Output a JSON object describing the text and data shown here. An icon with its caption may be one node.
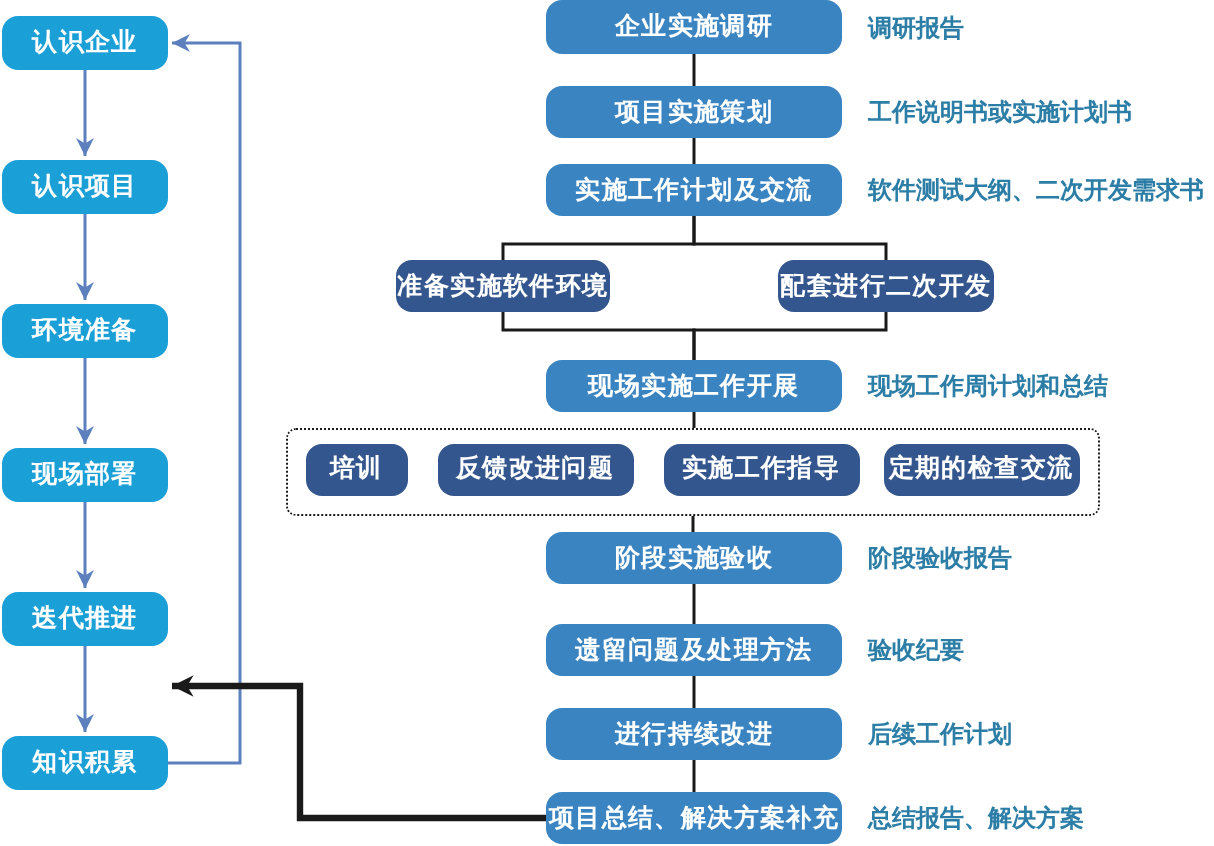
{
  "diagram": {
    "nodes": [
      {
        "text": [
          "认识企业"
        ]
      },
      {
        "text": [
          "认识项目"
        ]
      },
      {
        "text": [
          "环境准备"
        ]
      },
      {
        "text": [
          "现场部署"
        ]
      },
      {
        "text": [
          "迭代推进"
        ]
      },
      {
        "text": [
          "知识积累"
        ]
      },
      {
        "text": [
          "企业实施调研"
        ],
        "beside": [
          "调研报告"
        ]
      },
      {
        "text": [
          "项目实施策划"
        ],
        "beside": [
          "工作说明书或实施计划书"
        ]
      },
      {
        "text": [
          "实施工作计划及交流"
        ],
        "beside": [
          "软件测试大纲、二次开发需求书"
        ]
      },
      {
        "text": [
          "准备实施软件环境"
        ]
      },
      {
        "text": [
          "配套进行二次开发"
        ]
      },
      {
        "text": [
          "现场实施工作开展"
        ],
        "beside": [
          "现场工作周计划和总结"
        ]
      },
      {
        "text": [],
        "shape": "box"
      },
      {
        "text": [
          "培训"
        ],
        "in": 12
      },
      {
        "text": [
          "反馈改进问题"
        ],
        "in": 12
      },
      {
        "text": [
          "实施工作指导"
        ],
        "in": 12
      },
      {
        "text": [
          "定期的检查交流"
        ],
        "in": 12
      },
      {
        "text": [
          "阶段实施验收"
        ],
        "beside": [
          "阶段验收报告"
        ]
      },
      {
        "text": [
          "遗留问题及处理方法"
        ],
        "beside": [
          "验收纪要"
        ]
      },
      {
        "text": [
          "进行持续改进"
        ],
        "beside": [
          "后续工作计划"
        ]
      },
      {
        "text": [
          "项目总结、解决方案补充"
        ],
        "beside": [
          "总结报告、解决方案"
        ]
      }
    ],
    "edges": [
      {
        "from": 0,
        "to": 1,
        "arrow": "to",
        "color": "#5b80bd"
      },
      {
        "from": 1,
        "to": 2,
        "arrow": "to",
        "color": "#5b80bd"
      },
      {
        "from": 2,
        "to": 3,
        "arrow": "to",
        "color": "#5b80bd"
      },
      {
        "from": 3,
        "to": 4,
        "arrow": "to",
        "color": "#5b80bd"
      },
      {
        "from": 4,
        "to": 5,
        "arrow": "to",
        "color": "#5b80bd"
      },
      {
        "from": 5,
        "to": 0,
        "arrow": "to",
        "color": "#5b80bd"
      },
      {
        "from": 6,
        "to": 7,
        "arrow": "none"
      },
      {
        "from": 7,
        "to": 8,
        "arrow": "none"
      },
      {
        "from": 8,
        "to": 9,
        "arrow": "none"
      },
      {
        "from": 8,
        "to": 10,
        "arrow": "none"
      },
      {
        "from": 9,
        "to": 11,
        "arrow": "none"
      },
      {
        "from": 10,
        "to": 11,
        "arrow": "none"
      },
      {
        "from": 11,
        "to": 12,
        "arrow": "none"
      },
      {
        "from": 12,
        "to": 17,
        "arrow": "none"
      },
      {
        "from": 17,
        "to": 18,
        "arrow": "none"
      },
      {
        "from": 18,
        "to": 19,
        "arrow": "none"
      },
      {
        "from": 19,
        "to": 20,
        "arrow": "none"
      },
      {
        "from": 20,
        "to": 4,
        "arrow": "to",
        "style": "thick"
      }
    ]
  }
}
